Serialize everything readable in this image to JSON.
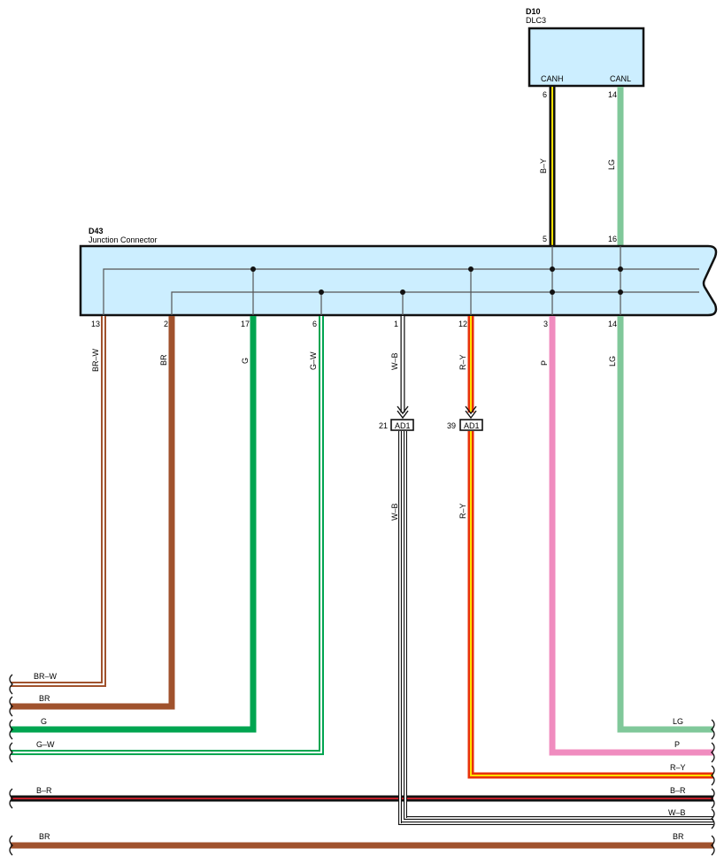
{
  "dlc": {
    "id": "D10",
    "name": "DLC3",
    "pin_canh": "CANH",
    "pin_canl": "CANL",
    "pin_canh_no": "6",
    "pin_canl_no": "14",
    "wire_canh": "B–Y",
    "wire_canl": "LG"
  },
  "jc": {
    "id": "D43",
    "name": "Junction Connector",
    "top_pins": {
      "canh": "5",
      "canl": "16"
    },
    "bottom_pins": [
      "13",
      "2",
      "17",
      "6",
      "1",
      "12",
      "3",
      "14"
    ],
    "wire_labels": [
      "BR–W",
      "BR",
      "G",
      "G–W",
      "W–B",
      "R–Y",
      "P",
      "LG"
    ]
  },
  "ad1": [
    {
      "num": "21",
      "label": "AD1",
      "wire": "W–B"
    },
    {
      "num": "39",
      "label": "AD1",
      "wire": "R–Y"
    }
  ],
  "left_labels": [
    "BR–W",
    "BR",
    "G",
    "G–W",
    "B–R",
    "BR"
  ],
  "right_labels": [
    "LG",
    "P",
    "R–Y",
    "B–R",
    "W–B",
    "BR"
  ],
  "colors": {
    "box_fill": "#cceeff",
    "BR": "#a0522d",
    "G": "#00a550",
    "LG": "#80c89a",
    "P": "#f08cbf",
    "R": "#e8320a",
    "Y": "#ffe000",
    "B": "#111111",
    "W": "#ffffff",
    "BR_R": "#8b1a1a"
  }
}
